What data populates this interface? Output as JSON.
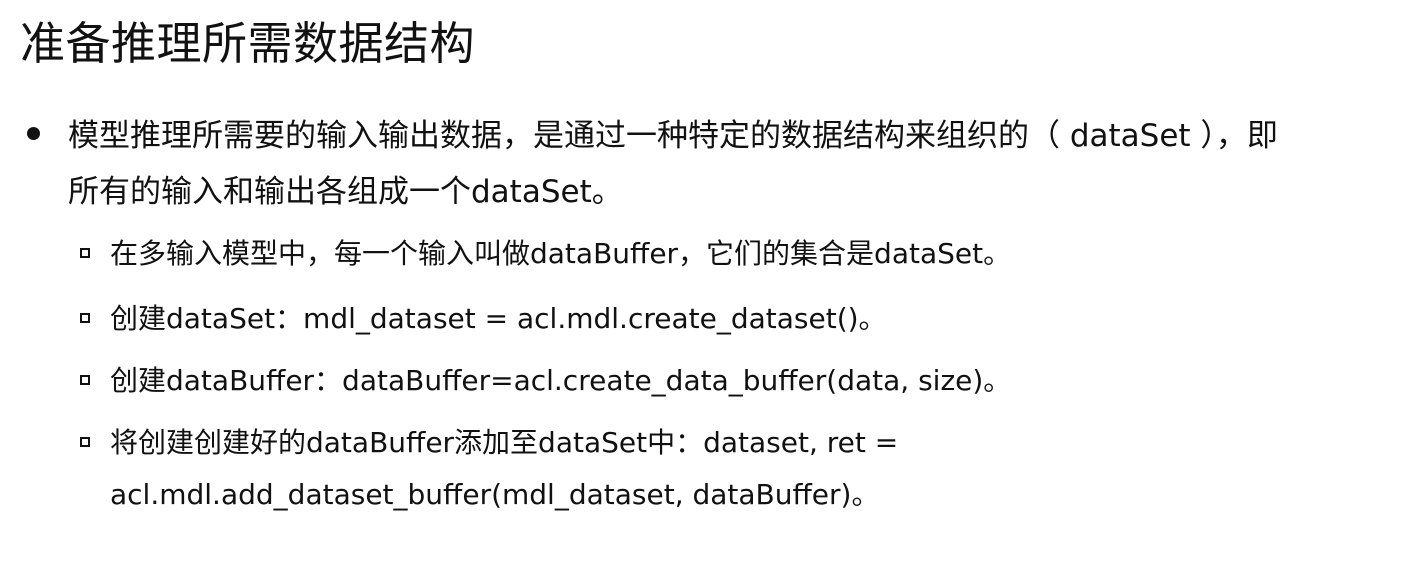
{
  "slide": {
    "title": "准备推理所需数据结构",
    "main_bullet": {
      "lines": [
        "模型推理所需要的输入输出数据，是通过一种特定的数据结构来组织的（ dataSet ），即",
        "所有的输入和输出各组成一个dataSet。"
      ]
    },
    "sub_bullets": [
      {
        "lines": [
          "在多输入模型中，每一个输入叫做dataBuffer，它们的集合是dataSet。"
        ]
      },
      {
        "lines": [
          "创建dataSet：mdl_dataset = acl.mdl.create_dataset()。"
        ]
      },
      {
        "lines": [
          "创建dataBuffer：dataBuffer=acl.create_data_buffer(data, size)。"
        ]
      },
      {
        "lines": [
          "将创建创建好的dataBuffer添加至dataSet中：dataset, ret =",
          "acl.mdl.add_dataset_buffer(mdl_dataset, dataBuffer)。"
        ]
      }
    ]
  }
}
